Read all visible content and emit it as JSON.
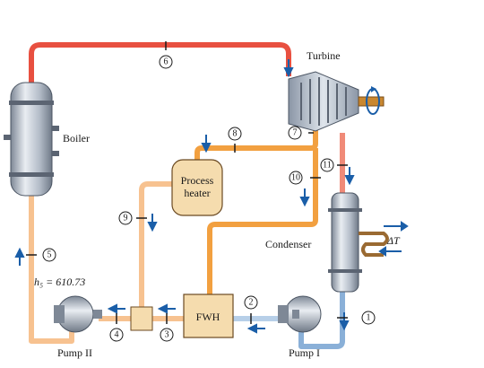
{
  "labels": {
    "turbine": "Turbine",
    "boiler": "Boiler",
    "process_heater": [
      "Process",
      "heater"
    ],
    "condenser": "Condenser",
    "delta_t": "ΔT",
    "fwh": "FWH",
    "pump_1": "Pump I",
    "pump_2": "Pump II",
    "h5": "h₅ = 610.73"
  },
  "states": [
    "1",
    "2",
    "3",
    "4",
    "5",
    "6",
    "7",
    "8",
    "9",
    "10",
    "11"
  ],
  "colors": {
    "superheated": "#e85040",
    "extraction": "#f2a040",
    "condensate": "#f7c290",
    "cold_liquid": "#8ab0d8",
    "flow_arrow": "#1a5ea8",
    "heater_fill": "#f5dcae",
    "steel": "#aeb8c4"
  }
}
